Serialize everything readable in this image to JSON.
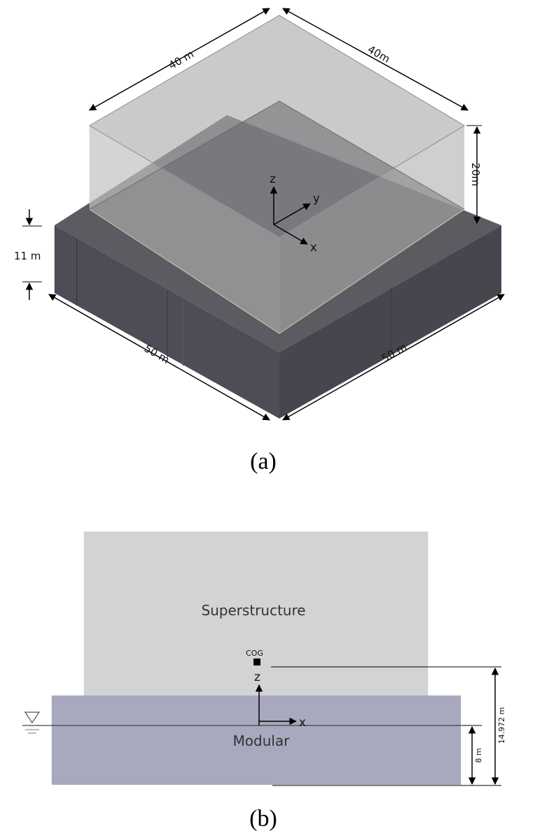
{
  "figure_a": {
    "dims": {
      "super_width": "40 m",
      "super_depth": "40m",
      "super_height": "20m",
      "module_height": "11 m",
      "module_width": "50 m",
      "module_depth": "50 m"
    },
    "axes": {
      "z": "z",
      "y": "y",
      "x": "x"
    },
    "caption": "(a)"
  },
  "figure_b": {
    "superstructure_label": "Superstructure",
    "modular_label": "Modular",
    "cog_label": "COG",
    "axes": {
      "z": "z",
      "x": "x"
    },
    "dims": {
      "cog_height": "14.972 m",
      "draft": "8 m"
    },
    "caption": "(b)"
  },
  "colors": {
    "module_front": "#4a4a54",
    "module_side": "#45454d",
    "module_top": "#5a5a60",
    "super_glass": "#b4b4b4",
    "super_b": "#d3d3d3",
    "modular_b": "#a9a9bf"
  }
}
